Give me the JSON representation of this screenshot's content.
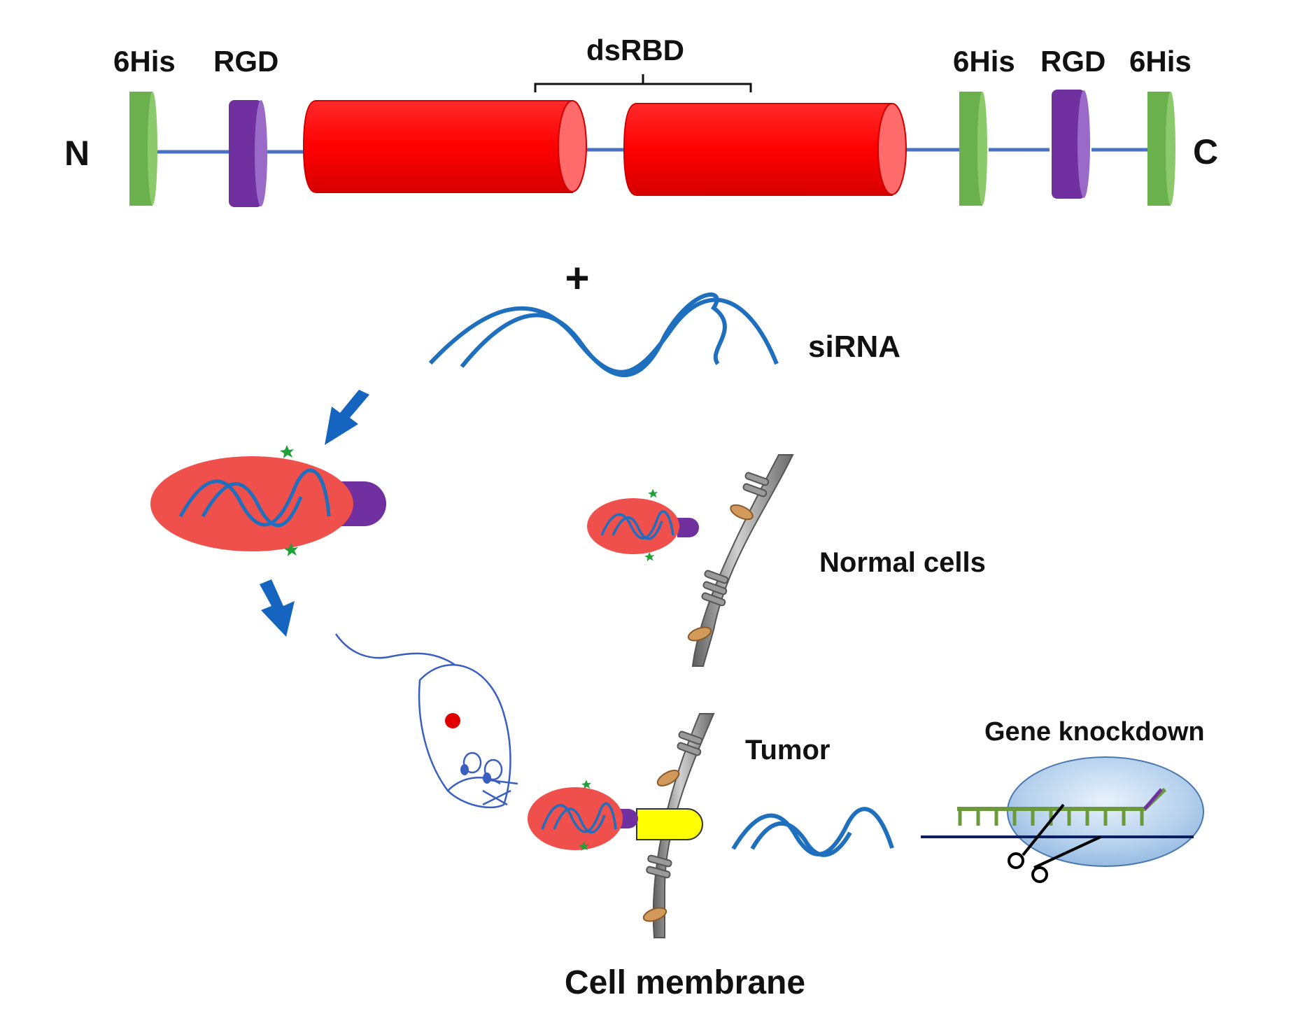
{
  "construct": {
    "n_label": "N",
    "c_label": "C",
    "tag_6his_left": "6His",
    "tag_rgd_left": "RGD",
    "domain_label": "dsRBD",
    "tag_6his_right_1": "6His",
    "tag_rgd_right": "RGD",
    "tag_6his_right_2": "6His"
  },
  "mix": {
    "plus": "+",
    "sirna_label": "siRNA"
  },
  "targets": {
    "normal_cells": "Normal cells",
    "tumor": "Tumor",
    "gene_knockdown": "Gene knockdown",
    "cell_membrane": "Cell membrane"
  },
  "colors": {
    "his_tag": "#6ab04c",
    "rgd": "#7030a0",
    "dsrbd": "#ff0000",
    "complex": "#f0504b",
    "rna": "#1f6fbf",
    "arrow": "#1565c0",
    "receptor": "#ffff00",
    "membrane": "#8c8c8c",
    "star": "#21a03a"
  }
}
